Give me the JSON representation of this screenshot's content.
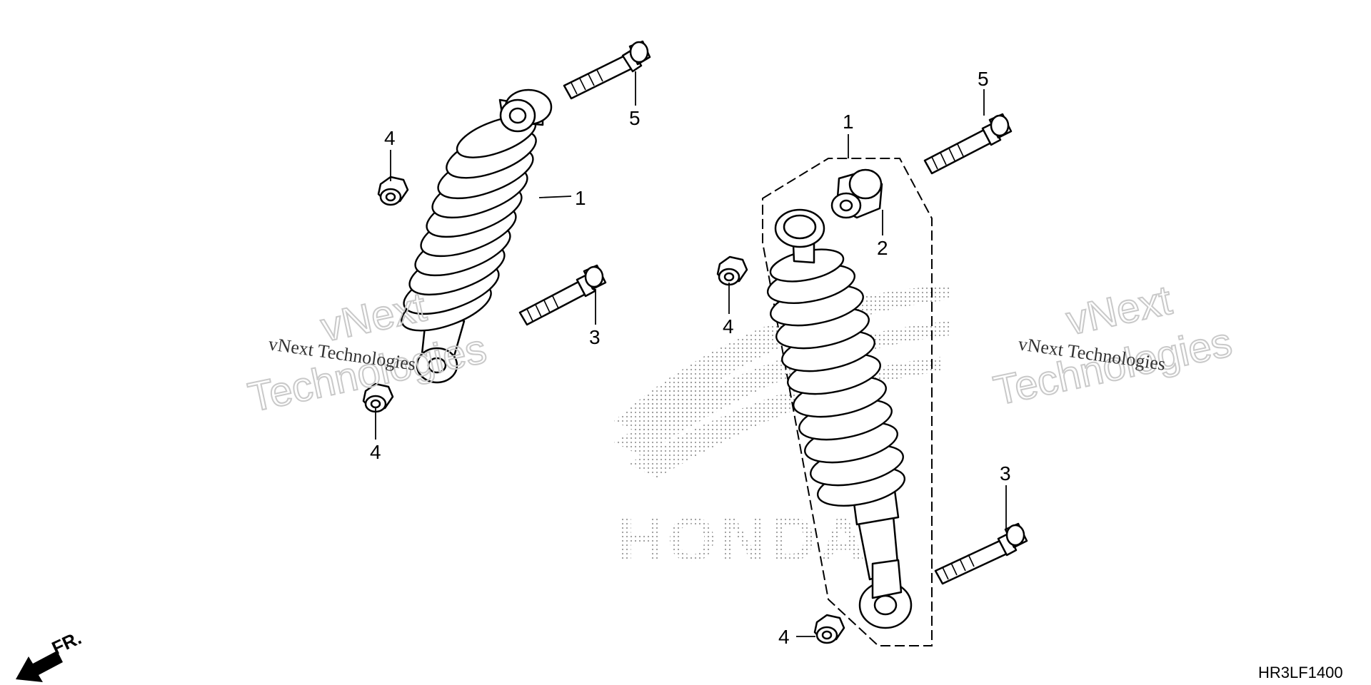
{
  "diagram": {
    "drawing_code": "HR3LF1400",
    "front_indicator": "FR.",
    "brand_watermark": "HONDA",
    "watermark": {
      "top_line": "vNext",
      "bottom_line": "Technologies",
      "caption": "vNext Technologies"
    },
    "callouts": {
      "left_shock": "1",
      "right_shock": "1",
      "bushing": "2",
      "left_bolt_lower": "3",
      "right_bolt_lower": "3",
      "left_nut_upper": "4",
      "left_nut_lower": "4",
      "right_nut_upper": "4",
      "right_nut_lower": "4",
      "left_bolt_upper": "5",
      "right_bolt_upper": "5"
    }
  }
}
